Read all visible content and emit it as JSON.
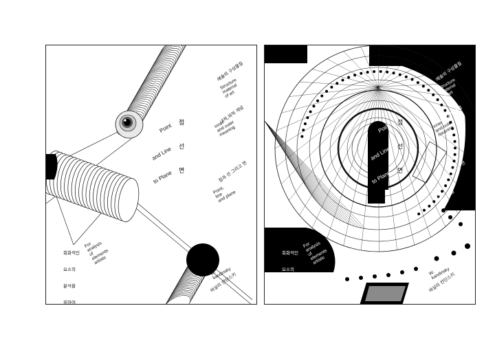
{
  "left_poster": {
    "title_en": [
      "Point",
      "and Line",
      "to Plane"
    ],
    "title_ko": [
      "점",
      "선",
      "면"
    ],
    "material_ko": "예술의 구성물질",
    "material_en": "Structure\nmaterial\nof art",
    "inner_ko": "내적,외적 개념",
    "inner_en": "inner\nand outer\nmeaning",
    "plane_ko": "점과 선 그리고 면",
    "plane_en": "Point,\nline\nand plane",
    "analysis_ko": "회화적인\n요소의\n분석을\n위하여",
    "analysis_en": "For\nanalysis\nof\nelements\nartistic",
    "author_en": "W.\nkandinsky",
    "author_ko": "바실리 칸딘스키"
  },
  "right_poster": {
    "title_en": [
      "Point",
      "and Line",
      "to Plane"
    ],
    "title_ko": [
      "점",
      "선",
      "면"
    ],
    "material_ko": "예술의 구성물질",
    "material_en": "Structure\nmaterial\nof art",
    "inner_ko": "내적,외적 개념",
    "inner_en": "inner\nand outer\nmeaning",
    "plane_ko": "점과 선 그리고 면",
    "plane_en": "Point,\nline\nand plane",
    "analysis_ko": "회화적인\n요소의\n분석을\n위하여",
    "analysis_en": "For\nanalysis\nof\nelements\nartistic",
    "author_en": "W.\nkandinsky",
    "author_ko": "바실리 칸딘스키"
  },
  "colors": {
    "ink": "#111111",
    "paper": "#ffffff",
    "border": "#222222"
  }
}
